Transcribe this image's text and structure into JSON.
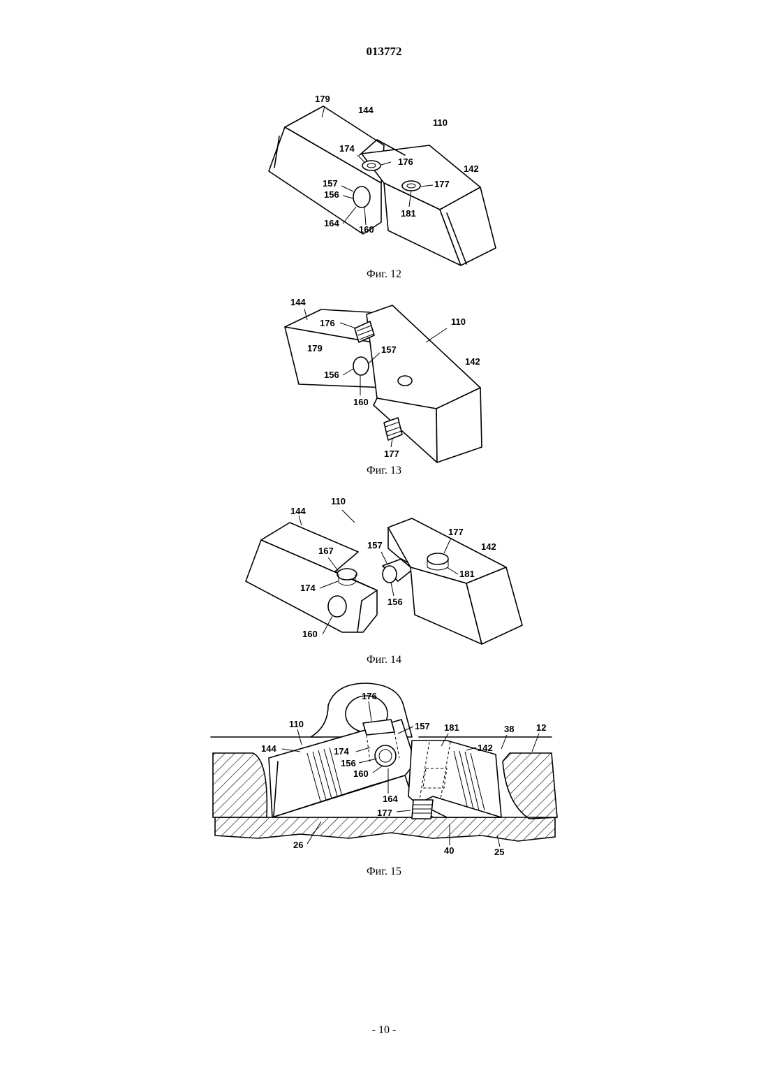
{
  "header": {
    "doc_number": "013772"
  },
  "figures": [
    {
      "caption": "Фиг. 12",
      "labels": {
        "l179": "179",
        "l144": "144",
        "l110": "110",
        "l174": "174",
        "l176": "176",
        "l142": "142",
        "l157": "157",
        "l156": "156",
        "l177": "177",
        "l181": "181",
        "l164": "164",
        "l160": "160"
      }
    },
    {
      "caption": "Фиг. 13",
      "labels": {
        "l144": "144",
        "l176": "176",
        "l110": "110",
        "l179": "179",
        "l157": "157",
        "l142": "142",
        "l156": "156",
        "l160": "160",
        "l177": "177"
      }
    },
    {
      "caption": "Фиг. 14",
      "labels": {
        "l110": "110",
        "l144": "144",
        "l177": "177",
        "l142": "142",
        "l167": "167",
        "l157": "157",
        "l174": "174",
        "l181": "181",
        "l156": "156",
        "l160": "160"
      }
    },
    {
      "caption": "Фиг. 15",
      "labels": {
        "l176": "176",
        "l110": "110",
        "l157": "157",
        "l181": "181",
        "l38": "38",
        "l12": "12",
        "l144": "144",
        "l174": "174",
        "l142": "142",
        "l156": "156",
        "l160": "160",
        "l164": "164",
        "l177": "177",
        "l26": "26",
        "l40": "40",
        "l25": "25"
      }
    }
  ],
  "footer": {
    "page_number": "- 10 -"
  }
}
